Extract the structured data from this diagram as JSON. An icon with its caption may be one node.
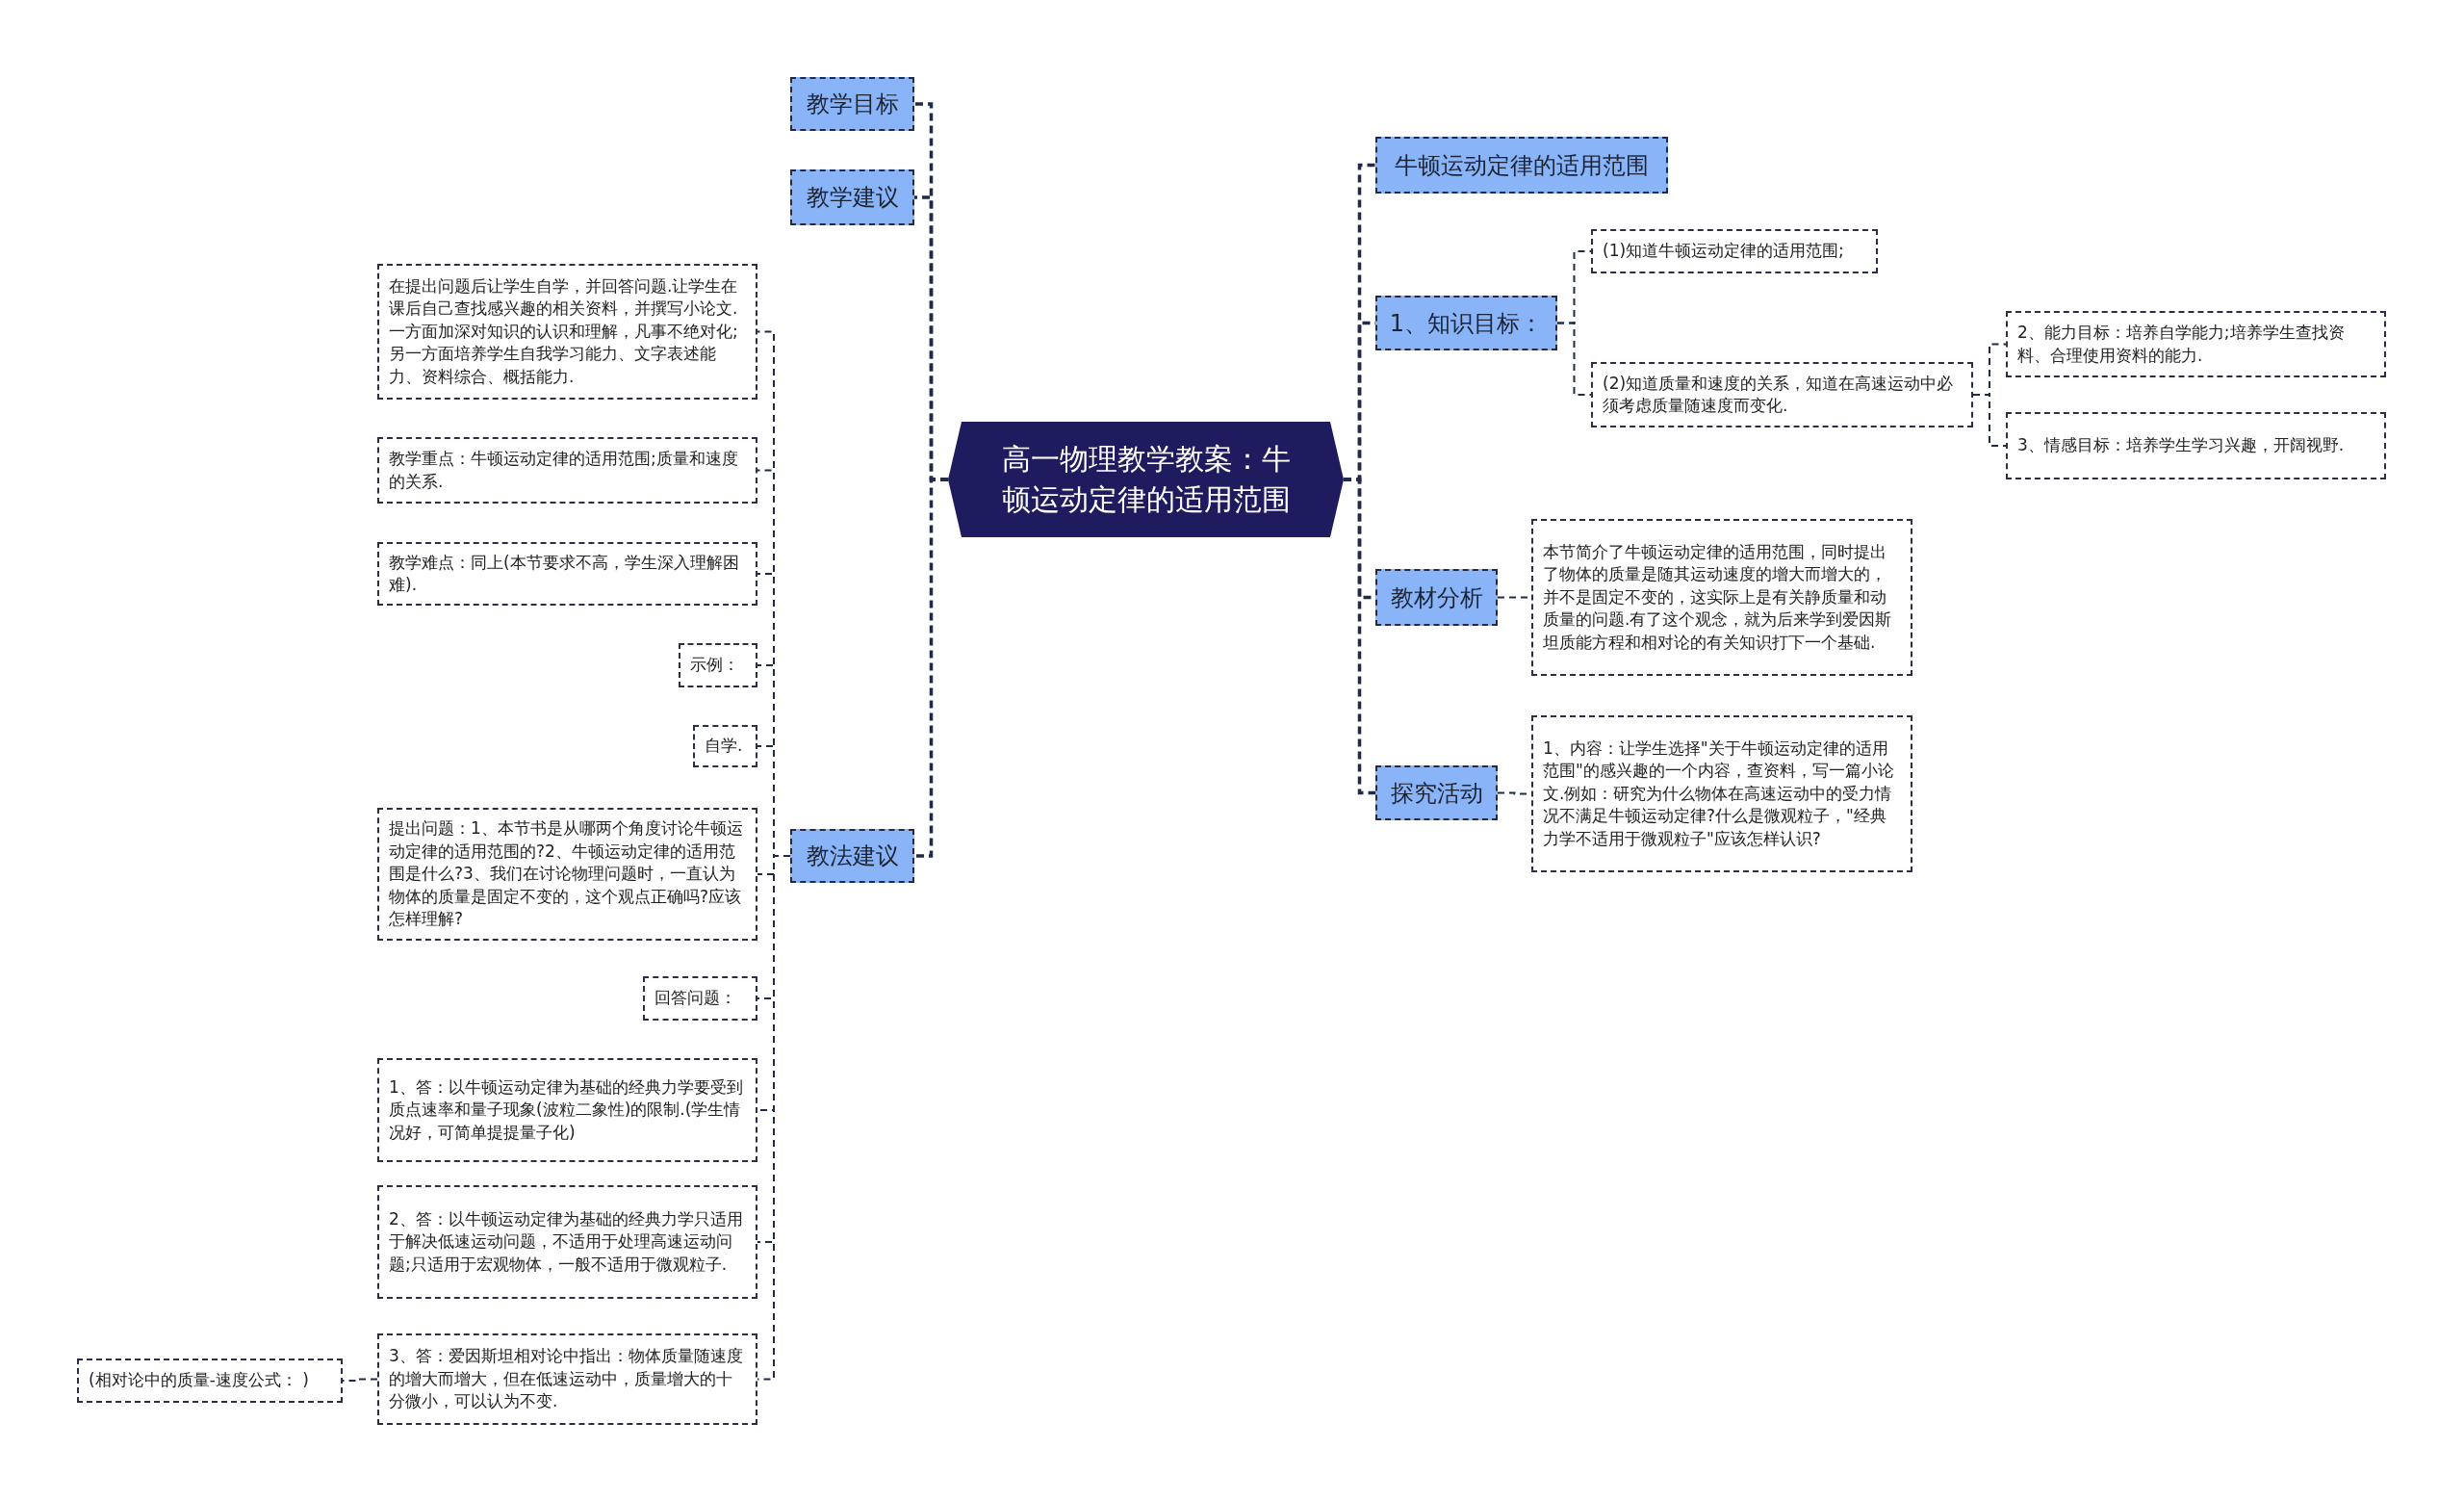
{
  "diagram": {
    "nodes": [
      {
        "text": [
          "高一物理教学教案：牛顿运动定律的适用范围"
        ]
      },
      {
        "text": [
          "教学目标"
        ]
      },
      {
        "text": [
          "教学建议"
        ]
      },
      {
        "text": [
          "教法建议"
        ]
      },
      {
        "text": [
          "在提出问题后让学生自学，并回答问题.让学生在课后自己查找感兴趣的相关资料，并撰写小论文.一方面加深对知识的认识和理解，凡事不绝对化;另一方面培养学生自我学习能力、文字表述能力、资料综合、概括能力."
        ]
      },
      {
        "text": [
          "教学重点：牛顿运动定律的适用范围;质量和速度的关系."
        ]
      },
      {
        "text": [
          "教学难点：同上(本节要求不高，学生深入理解困难)."
        ]
      },
      {
        "text": [
          "示例："
        ]
      },
      {
        "text": [
          "自学."
        ]
      },
      {
        "text": [
          "提出问题：1、本节书是从哪两个角度讨论牛顿运动定律的适用范围的?2、牛顿运动定律的适用范围是什么?3、我们在讨论物理问题时，一直认为物体的质量是固定不变的，这个观点正确吗?应该怎样理解?"
        ]
      },
      {
        "text": [
          "回答问题："
        ]
      },
      {
        "text": [
          "1、答：以牛顿运动定律为基础的经典力学要受到质点速率和量子现象(波粒二象性)的限制.(学生情况好，可简单提提量子化)"
        ]
      },
      {
        "text": [
          "2、答：以牛顿运动定律为基础的经典力学只适用于解决低速运动问题，不适用于处理高速运动问题;只适用于宏观物体，一般不适用于微观粒子."
        ]
      },
      {
        "text": [
          "3、答：爱因斯坦相对论中指出：物体质量随速度的增大而增大，但在低速运动中，质量增大的十分微小，可以认为不变."
        ]
      },
      {
        "text": [
          "(相对论中的质量-速度公式： )"
        ]
      },
      {
        "text": [
          "牛顿运动定律的适用范围"
        ]
      },
      {
        "text": [
          "1、知识目标："
        ]
      },
      {
        "text": [
          "(1)知道牛顿运动定律的适用范围;"
        ]
      },
      {
        "text": [
          "(2)知道质量和速度的关系，知道在高速运动中必须考虑质量随速度而变化."
        ]
      },
      {
        "text": [
          "2、能力目标：培养自学能力;培养学生查找资料、合理使用资料的能力."
        ]
      },
      {
        "text": [
          "3、情感目标：培养学生学习兴趣，开阔视野."
        ]
      },
      {
        "text": [
          "教材分析"
        ]
      },
      {
        "text": [
          "本节简介了牛顿运动定律的适用范围，同时提出了物体的质量是随其运动速度的增大而增大的，并不是固定不变的，这实际上是有关静质量和动质量的问题.有了这个观念，就为后来学到爱因斯坦质能方程和相对论的有关知识打下一个基础."
        ]
      },
      {
        "text": [
          "探究活动"
        ]
      },
      {
        "text": [
          "1、内容：让学生选择\"关于牛顿运动定律的适用范围\"的感兴趣的一个内容，查资料，写一篇小论文.例如：研究为什么物体在高速运动中的受力情况不满足牛顿运动定律?什么是微观粒子，\"经典力学不适用于微观粒子\"应该怎样认识?"
        ]
      }
    ],
    "edges": [
      {
        "from": 0,
        "to": 1,
        "arrow": "none"
      },
      {
        "from": 0,
        "to": 2,
        "arrow": "none"
      },
      {
        "from": 0,
        "to": 3,
        "arrow": "none"
      },
      {
        "from": 3,
        "to": 4,
        "arrow": "none"
      },
      {
        "from": 3,
        "to": 5,
        "arrow": "none"
      },
      {
        "from": 3,
        "to": 6,
        "arrow": "none"
      },
      {
        "from": 3,
        "to": 7,
        "arrow": "none"
      },
      {
        "from": 3,
        "to": 8,
        "arrow": "none"
      },
      {
        "from": 3,
        "to": 9,
        "arrow": "none"
      },
      {
        "from": 3,
        "to": 10,
        "arrow": "none"
      },
      {
        "from": 3,
        "to": 11,
        "arrow": "none"
      },
      {
        "from": 3,
        "to": 12,
        "arrow": "none"
      },
      {
        "from": 3,
        "to": 13,
        "arrow": "none"
      },
      {
        "from": 13,
        "to": 14,
        "arrow": "none"
      },
      {
        "from": 0,
        "to": 15,
        "arrow": "none"
      },
      {
        "from": 0,
        "to": 16,
        "arrow": "none"
      },
      {
        "from": 16,
        "to": 17,
        "arrow": "none"
      },
      {
        "from": 16,
        "to": 18,
        "arrow": "none"
      },
      {
        "from": 18,
        "to": 19,
        "arrow": "none"
      },
      {
        "from": 18,
        "to": 20,
        "arrow": "none"
      },
      {
        "from": 0,
        "to": 21,
        "arrow": "none"
      },
      {
        "from": 21,
        "to": 22,
        "arrow": "none"
      },
      {
        "from": 0,
        "to": 23,
        "arrow": "none"
      },
      {
        "from": 23,
        "to": 24,
        "arrow": "none"
      }
    ]
  }
}
